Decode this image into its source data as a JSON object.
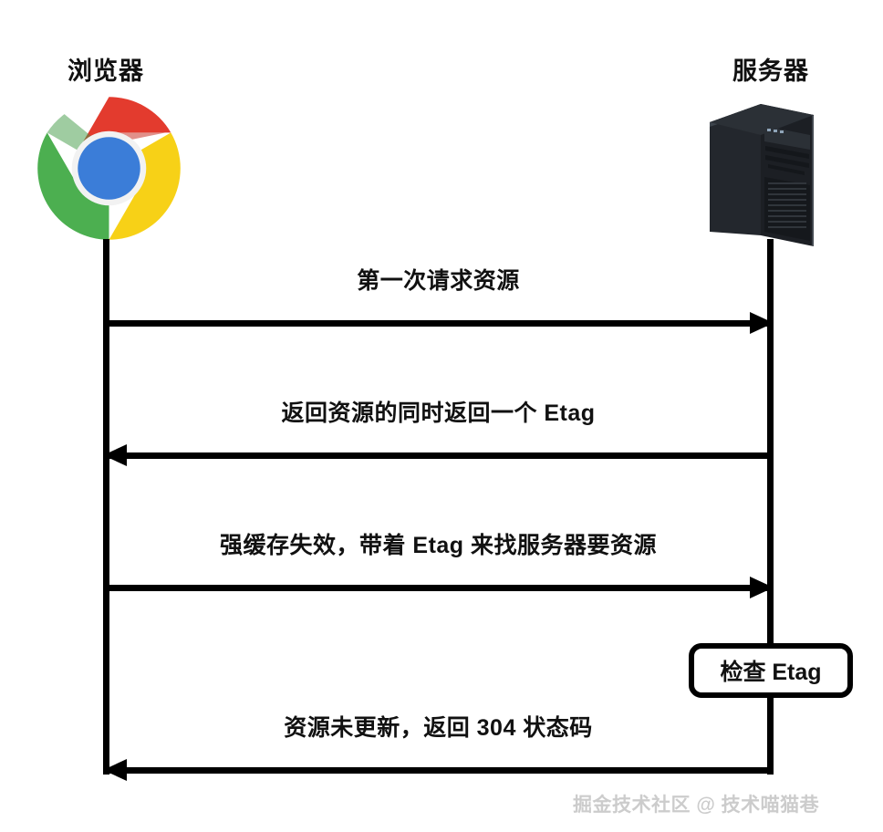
{
  "diagram": {
    "title_present": false,
    "actors": [
      {
        "id": "browser",
        "label": "浏览器",
        "icon": "chrome-logo-icon"
      },
      {
        "id": "server",
        "label": "服务器",
        "icon": "server-tower-icon"
      }
    ],
    "messages": [
      {
        "index": 0,
        "label": "第一次请求资源",
        "from": "browser",
        "to": "server",
        "direction": "right"
      },
      {
        "index": 1,
        "label": "返回资源的同时返回一个 Etag",
        "from": "server",
        "to": "browser",
        "direction": "left"
      },
      {
        "index": 2,
        "label": "强缓存失效，带着 Etag 来找服务器要资源",
        "from": "browser",
        "to": "server",
        "direction": "right"
      },
      {
        "index": 3,
        "label": "资源未更新，返回 304 状态码",
        "from": "server",
        "to": "browser",
        "direction": "left"
      }
    ],
    "process_box": {
      "label": "检查 Etag",
      "on_actor": "server"
    },
    "watermark": "掘金技术社区 @ 技术喵猫巷",
    "colors": {
      "background": "#ffffff",
      "line": "#000000",
      "text": "#111111",
      "watermark": "#cccccc",
      "chrome_red": "#e33b2e",
      "chrome_green": "#4caf50",
      "chrome_yellow": "#f7d117",
      "chrome_blue": "#3b7dd8",
      "chrome_white_ring": "#f2f2f2",
      "server_dark": "#1c1f24",
      "server_panel": "#2b3036",
      "server_edge": "#3d444c"
    }
  }
}
